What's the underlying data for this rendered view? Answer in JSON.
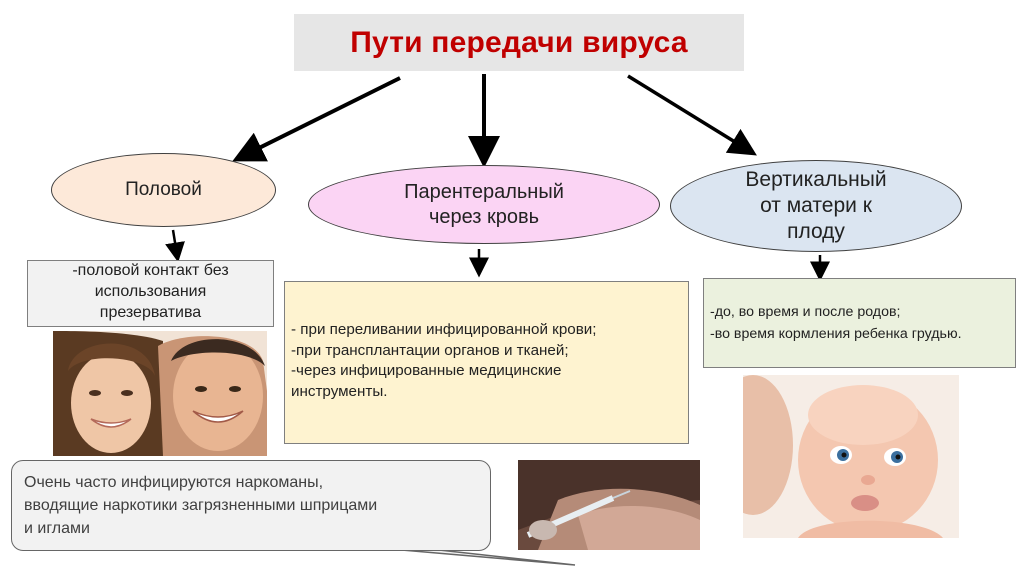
{
  "title": "Пути передачи вируса",
  "nodes": {
    "sexual": {
      "label": "Половой"
    },
    "parenteral": {
      "label_line1": "Парентеральный",
      "label_line2": "через кровь"
    },
    "vertical": {
      "label_line1": "Вертикальный",
      "label_line2": "от матери к",
      "label_line3": "плоду"
    }
  },
  "details": {
    "sexual": {
      "line1": "-половой контакт без",
      "line2": "использования",
      "line3": "презерватива"
    },
    "parenteral": {
      "items": [
        "- при переливании инфицированной крови;",
        "-при трансплантации органов и тканей;",
        "-через инфицированные медицинские",
        "инструменты."
      ]
    },
    "vertical": {
      "items": [
        "-до, во время и после родов;",
        "-во время кормления ребенка грудью."
      ]
    }
  },
  "callout": {
    "line1": "Очень часто инфицируются наркоманы,",
    "line2": "вводящие наркотики загрязненными шприцами",
    "line3": "и иглами"
  },
  "colors": {
    "title_text": "#c00000",
    "title_bg": "#e6e6e6",
    "sexual_fill": "#fde9d9",
    "parenteral_fill": "#fbd4f4",
    "vertical_fill": "#dbe5f1",
    "parenteral_box": "#fef3d0",
    "vertical_box": "#ebf1de"
  }
}
